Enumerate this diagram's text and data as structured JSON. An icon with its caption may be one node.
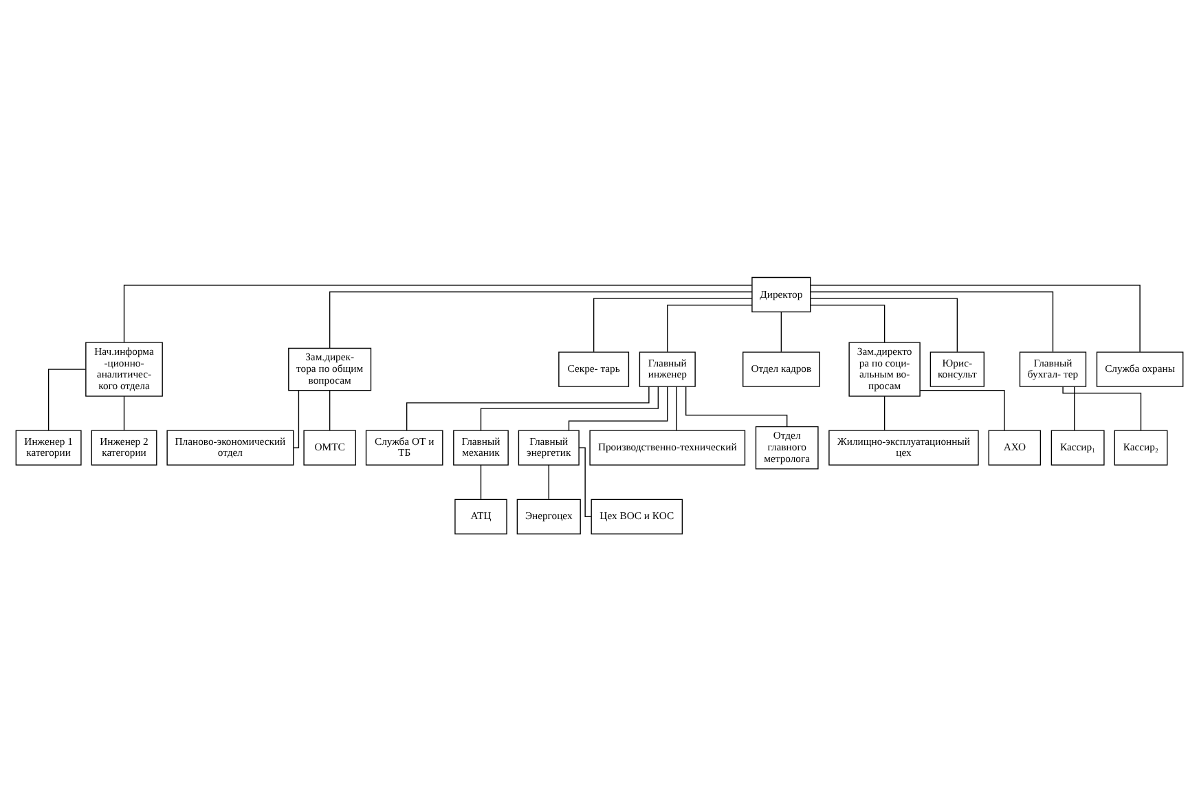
{
  "diagram": {
    "nodes": [
      {
        "text": [
          "Директор"
        ]
      },
      {
        "text": [
          "Нач.информа -ционно- аналитичес- кого отдела"
        ]
      },
      {
        "text": [
          "Зам.дирек- тора по общим вопросам"
        ]
      },
      {
        "text": [
          "Секре- тарь"
        ]
      },
      {
        "text": [
          "Главный инженер"
        ]
      },
      {
        "text": [
          "Отдел кадров"
        ]
      },
      {
        "text": [
          "Зам.директо ра по соци- альным во- просам"
        ]
      },
      {
        "text": [
          "Юрис- консульт"
        ]
      },
      {
        "text": [
          "Главный бухгал- тер"
        ]
      },
      {
        "text": [
          "Инженер 1 категории"
        ]
      },
      {
        "text": [
          "Инженер 2 категории"
        ]
      },
      {
        "text": [
          "Планово-экономический отдел"
        ]
      },
      {
        "text": [
          "ОМТС"
        ]
      },
      {
        "text": [
          "Служба ОТ и ТБ"
        ]
      },
      {
        "text": [
          "Главный механик"
        ]
      },
      {
        "text": [
          "Главный энергетик"
        ]
      },
      {
        "text": [
          "Производственно-технический"
        ]
      },
      {
        "text": [
          "Отдел главного метролога"
        ]
      },
      {
        "text": [
          "Жилищно-эксплуатационный цех"
        ]
      },
      {
        "text": [
          "АХО"
        ]
      },
      {
        "text": [
          "Служба охраны"
        ]
      },
      {
        "text": [
          "Кассир₁"
        ]
      },
      {
        "text": [
          "Кассир₂"
        ]
      },
      {
        "text": [
          "АТЦ"
        ]
      },
      {
        "text": [
          "Энергоцех"
        ]
      },
      {
        "text": [
          "Цех ВОС и КОС"
        ]
      }
    ],
    "edges": [
      {
        "from": 0,
        "to": 1,
        "arrow": "none"
      },
      {
        "from": 0,
        "to": 2,
        "arrow": "none"
      },
      {
        "from": 0,
        "to": 3,
        "arrow": "none"
      },
      {
        "from": 0,
        "to": 4,
        "arrow": "none"
      },
      {
        "from": 0,
        "to": 5,
        "arrow": "none"
      },
      {
        "from": 0,
        "to": 6,
        "arrow": "none"
      },
      {
        "from": 0,
        "to": 7,
        "arrow": "none"
      },
      {
        "from": 0,
        "to": 8,
        "arrow": "none"
      },
      {
        "from": 0,
        "to": 20,
        "arrow": "none"
      },
      {
        "from": 1,
        "to": 9,
        "arrow": "none"
      },
      {
        "from": 1,
        "to": 10,
        "arrow": "none"
      },
      {
        "from": 2,
        "to": 11,
        "arrow": "none"
      },
      {
        "from": 2,
        "to": 12,
        "arrow": "none"
      },
      {
        "from": 4,
        "to": 13,
        "arrow": "none"
      },
      {
        "from": 4,
        "to": 14,
        "arrow": "none"
      },
      {
        "from": 4,
        "to": 15,
        "arrow": "none"
      },
      {
        "from": 4,
        "to": 16,
        "arrow": "none"
      },
      {
        "from": 4,
        "to": 17,
        "arrow": "none"
      },
      {
        "from": 6,
        "to": 18,
        "arrow": "none"
      },
      {
        "from": 6,
        "to": 19,
        "arrow": "none"
      },
      {
        "from": 8,
        "to": 21,
        "arrow": "none"
      },
      {
        "from": 8,
        "to": 22,
        "arrow": "none"
      },
      {
        "from": 14,
        "to": 23,
        "arrow": "none"
      },
      {
        "from": 15,
        "to": 24,
        "arrow": "none"
      },
      {
        "from": 15,
        "to": 25,
        "arrow": "none"
      }
    ]
  }
}
